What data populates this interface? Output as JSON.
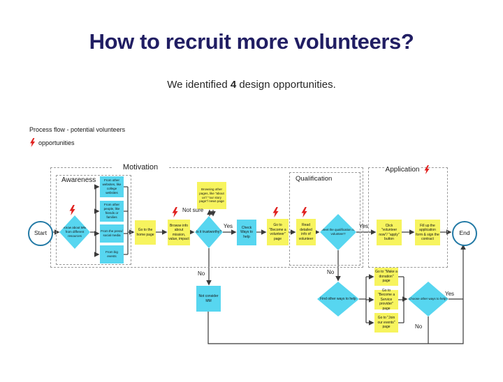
{
  "page": {
    "title": "How to recruit more volunteers?",
    "subtitle_prefix": "We identified ",
    "subtitle_bold": "4",
    "subtitle_suffix": " design opportunities."
  },
  "legend": {
    "flow_label": "Process flow - potential volunteers",
    "bolt_label": "opportunities"
  },
  "sections": {
    "motivation": "Motivation",
    "awareness": "Awareness",
    "qualification": "Qualification",
    "application": "Application"
  },
  "nodes": {
    "start": "Start",
    "end": "End",
    "know_about": "Know about MM from different resources",
    "src_websites": "From other websites, like college websites",
    "src_people": "From other people, like friends or families",
    "src_press": "From the press/ social media",
    "src_events": "From big events",
    "home_page": "Go to the home page",
    "browse_info": "Browse info about mission, value, impact",
    "browsing_other": "Browsing other pages, like \"about us\"/ \"our story page\"/ news page",
    "trustworthy": "Is it trustworthy?",
    "check_ways": "Check Ways to help",
    "become_volunteer": "Go to \"Become a volunteer\" page",
    "read_info": "Read detailed info of volunteer",
    "qualification_q": "Meet the qualification of volunteer?",
    "click_apply": "Click \"volunteer now\"/ \"apply\" button",
    "fill_form": "Fill up the application form & sign the contract",
    "not_consider": "Not consider MM",
    "find_other": "Find other ways to help",
    "donation": "Go to \"Make a donation\" page",
    "service_provider": "Go to \"Become a Service provider\" page",
    "join_events": "Go to \"Join our events\" page",
    "choose_other": "Choose other ways to help?"
  },
  "edge_labels": {
    "yes": "Yes",
    "no": "No",
    "not_sure": "Not sure"
  },
  "colors": {
    "accent_navy": "#211e63",
    "cyan": "#57d6f0",
    "yellow": "#f7f45e",
    "bolt_red": "#e0201e",
    "terminal": "#2279a5"
  }
}
